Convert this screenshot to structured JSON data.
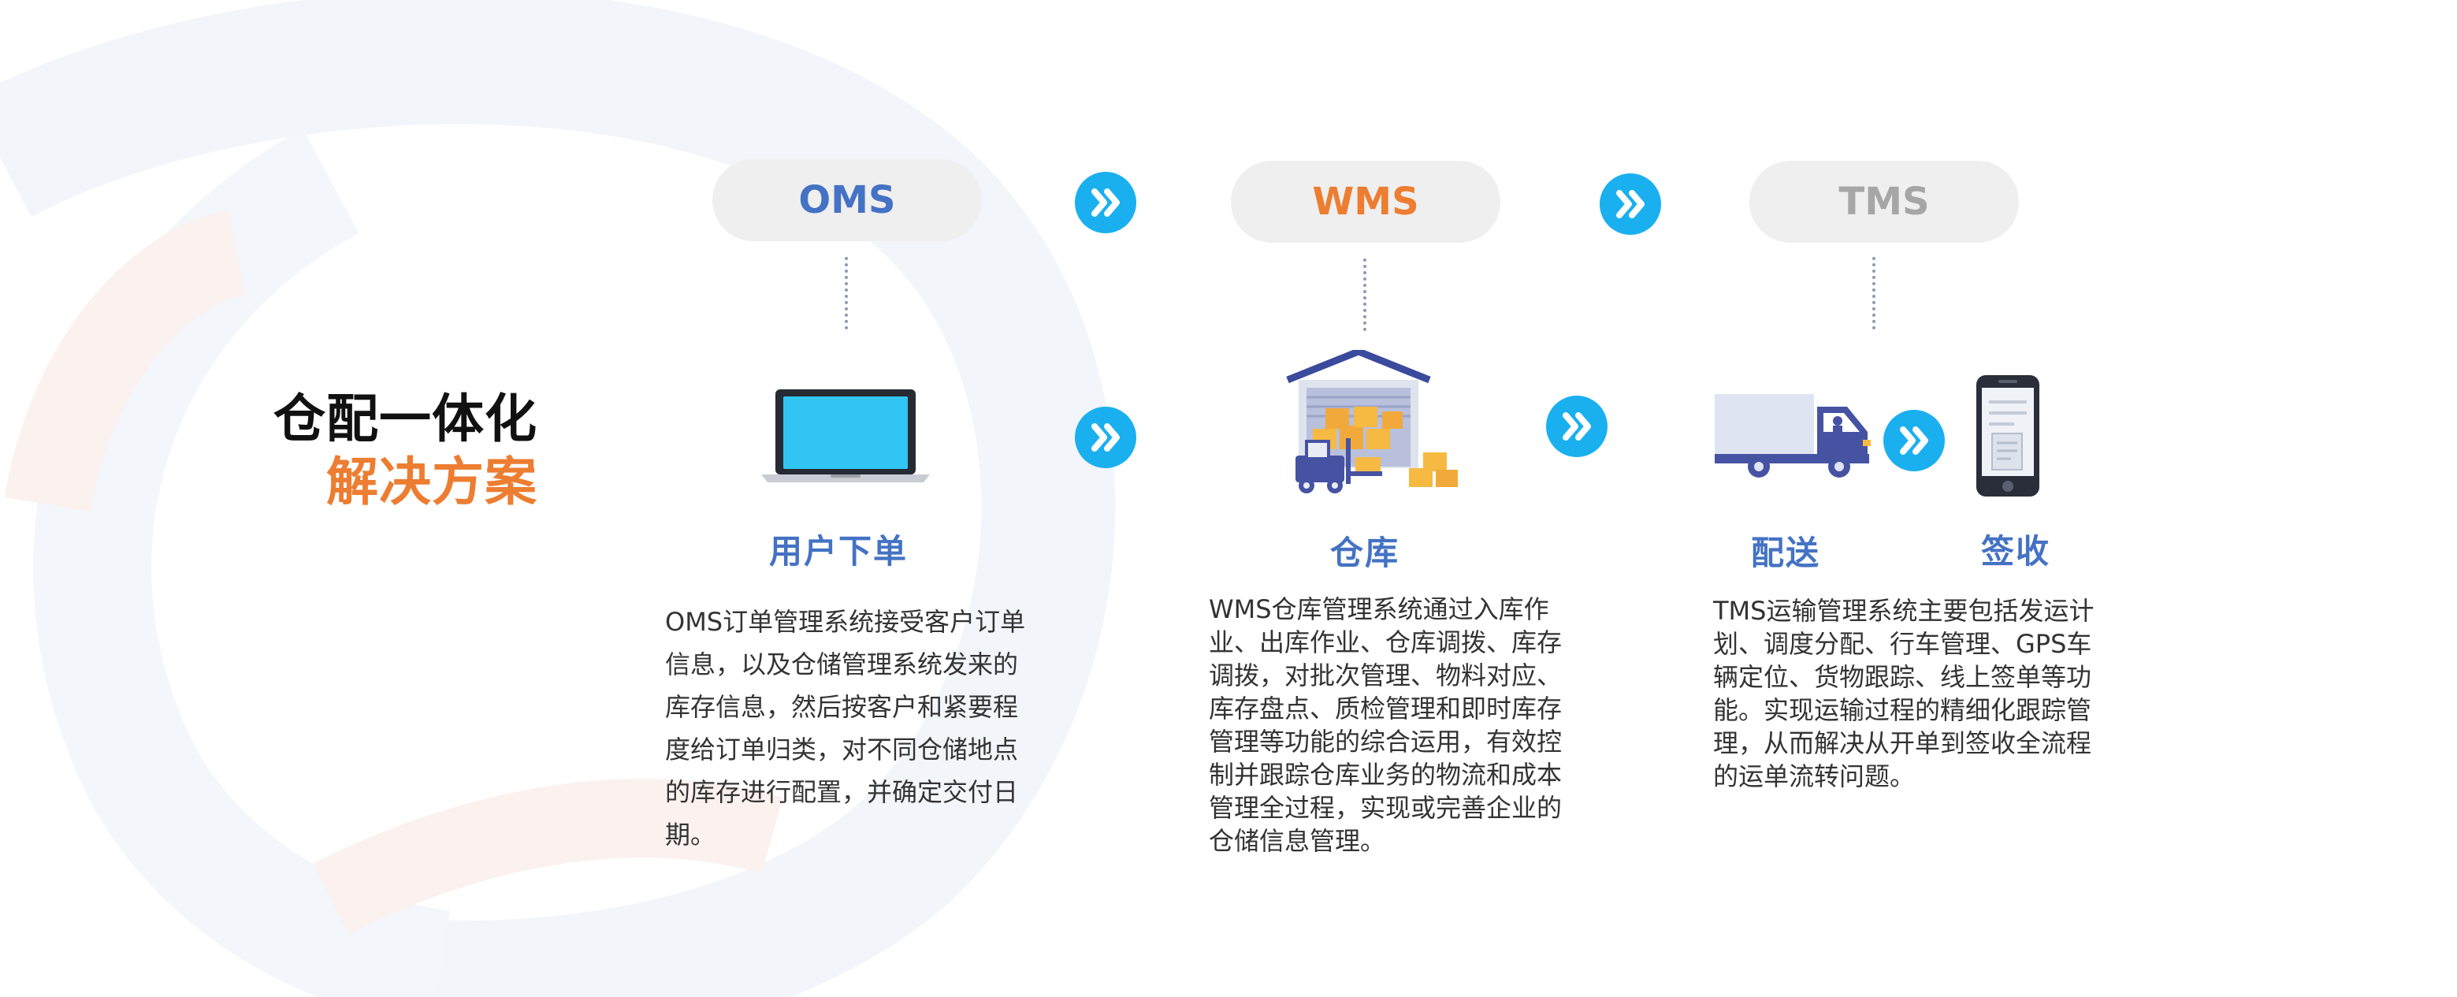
{
  "title": {
    "line1": "仓配一体化",
    "line2": "解决方案"
  },
  "systems": [
    {
      "label": "OMS",
      "color": "#4472c4"
    },
    {
      "label": "WMS",
      "color": "#ed7d31"
    },
    {
      "label": "TMS",
      "color": "#a6a6a6"
    }
  ],
  "steps": [
    {
      "label": "用户下单",
      "icon": "laptop-icon"
    },
    {
      "label": "仓库",
      "icon": "warehouse-icon"
    },
    {
      "label": "配送",
      "icon": "delivery-truck-icon"
    },
    {
      "label": "签收",
      "icon": "smartphone-icon"
    }
  ],
  "descriptions": {
    "oms": "OMS订单管理系统接受客户订单信息，以及仓储管理系统发来的库存信息，然后按客户和紧要程度给订单归类，对不同仓储地点的库存进行配置，并确定交付日期。",
    "wms": "WMS仓库管理系统通过入库作业、出库作业、仓库调拨、库存调拨，对批次管理、物料对应、库存盘点、质检管理和即时库存管理等功能的综合运用，有效控制并跟踪仓库业务的物流和成本管理全过程，实现或完善企业的仓储信息管理。",
    "tms": "TMS运输管理系统主要包括发运计划、调度分配、行车管理、GPS车辆定位、货物跟踪、线上签单等功能。实现运输过程的精细化跟踪管理，从而解决从开单到签收全流程的运单流转问题。"
  },
  "colors": {
    "accent_blue": "#4472c4",
    "accent_orange": "#ed7d31",
    "arrow_cyan": "#1ab0ef",
    "step_label": "#4472c4"
  }
}
